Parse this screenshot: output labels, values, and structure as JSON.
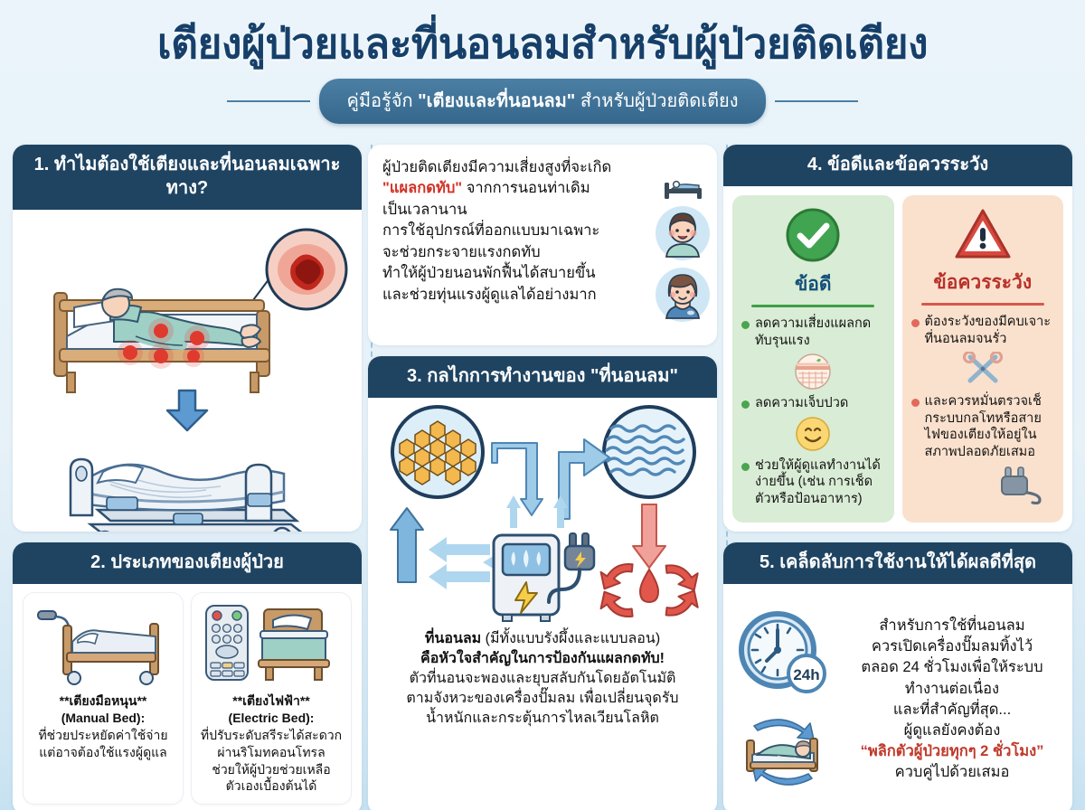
{
  "header": {
    "title": "เตียงผู้ป่วยและที่นอนลมสำหรับผู้ป่วยติดเตียง",
    "subtitle_prefix": "คู่มือรู้จัก ",
    "subtitle_quoted": "\"เตียงและที่นอนลม\"",
    "subtitle_suffix": " สำหรับผู้ป่วยติดเตียง"
  },
  "panel1": {
    "heading": "1. ทำไมต้องใช้เตียงและที่นอนลมเฉพาะทาง?",
    "icon_bed_patient": "patient-in-bed-illustration",
    "icon_pressure_sore": "pressure-sore-closeup-icon",
    "icon_arrow_down": "down-arrow-icon",
    "icon_electric_bed": "adjustable-hospital-bed-illustration"
  },
  "intro": {
    "line1": "ผู้ป่วยติดเตียงมีความเสี่ยงสูงที่จะเกิด",
    "highlight": "\"แผลกดทับ\"",
    "line2_rest": " จากการนอนท่าเดิม",
    "line3": "เป็นเวลานาน",
    "line4": "การใช้อุปกรณ์ที่ออกแบบมาเฉพาะ",
    "line5": "จะช่วยกระจายแรงกดทับ",
    "line6": "ทำให้ผู้ป่วยนอนพักฟื้นได้สบายขึ้น",
    "line7": "และช่วยทุ่นแรงผู้ดูแลได้อย่างมาก",
    "icon_bed": "bed-icon",
    "icon_nurse_male": "male-nurse-avatar-icon",
    "icon_nurse_female": "female-nurse-avatar-icon"
  },
  "panel2": {
    "heading": "2. ประเภทของเตียงผู้ป่วย",
    "cards": [
      {
        "icon": "manual-crank-bed-icon",
        "name": "**เตียงมือหนุน**",
        "english": "(Manual Bed):",
        "desc": "ที่ช่วยประหยัดค่าใช้จ่าย\nแต่อาจต้องใช้แรงผู้ดูแล"
      },
      {
        "icon": "electric-bed-remote-icon",
        "name": "**เตียงไฟฟ้า**",
        "english": "(Electric Bed):",
        "desc": "ที่ปรับระดับสรีระได้สะดวก\nผ่านริโมทคอนโทรล\nช่วยให้ผู้ป่วยช่วยเหลือ\nตัวเองเบื้องต้นได้"
      }
    ]
  },
  "panel3": {
    "heading": "3. กลไกการทำงานของ \"ที่นอนลม\"",
    "icon_honeycomb": "honeycomb-cell-mattress-icon",
    "icon_waves": "wave-ripple-mattress-icon",
    "icon_pump": "air-pump-machine-icon",
    "icon_plug": "power-plug-icon",
    "icon_blood_drop": "blood-circulation-drop-icon",
    "icon_arrow_blue": "blue-flow-arrow-icon",
    "icon_arrow_red": "red-flow-arrow-icon",
    "text_bold1": "ที่นอนลม",
    "text_paren": " (มีทั้งแบบรังผึ้งและแบบลอน)",
    "text_bold2": "คือหัวใจสำคัญในการป้องกันแผลกดทับ!",
    "text_line3": "ตัวที่นอนจะพองและยุบสลับกันโดยอัตโนมัติ",
    "text_line4": "ตามจังหวะของเครื่องปั๊มลม เพื่อเปลี่ยนจุดรับ",
    "text_line5": "น้ำหนักและกระตุ้นการไหลเวียนโลหิต"
  },
  "panel4": {
    "heading": "4. ข้อดีและข้อควรระวัง",
    "good": {
      "icon": "green-check-circle-icon",
      "title": "ข้อดี",
      "items": [
        "ลดความเสี่ยงแผลกดทับรุนแรง",
        "ลดความเจ็บปวด",
        "ช่วยให้ผู้ดูแลทำงานได้ง่ายขึ้น (เช่น การเช็ดตัวหรือป้อนอาหาร)"
      ],
      "icon_skin": "healthy-skin-layer-icon",
      "icon_smile": "smiley-face-icon"
    },
    "warn": {
      "icon": "red-warning-triangle-icon",
      "title": "ข้อควรระวัง",
      "items": [
        "ต้องระวังของมีคบเจาะที่นอนลมจนรั่ว",
        "และควรหมั่นตรวจเช็กระบบกลโทหรือสายไฟของเตียงให้อยู่ในสภาพปลอดภัยเสมอ"
      ],
      "icon_scissors": "scissors-icon",
      "icon_plug": "power-plug-icon"
    }
  },
  "panel5": {
    "heading": "5. เคล็ดลับการใช้งานให้ได้ผลดีที่สุด",
    "icon_clock": "clock-24h-icon",
    "clock_badge": "24h",
    "icon_turning": "patient-turning-in-bed-icon",
    "line1": "สำหรับการใช้ที่นอนลม",
    "line2": "ควรเปิดเครื่องปั๊มลมทิ้งไว้",
    "line3": "ตลอด 24 ชั่วโมงเพื่อให้ระบบ",
    "line4": "ทำงานต่อเนื่อง",
    "line5": "และที่สำคัญที่สุด...",
    "line6": "ผู้ดูแลยังคงต้อง",
    "quote": "“พลิกตัวผู้ป่วยทุกๆ 2 ชั่วโมง”",
    "line7": "ควบคู่ไปด้วยเสมอ"
  },
  "colors": {
    "bg": "#e9f3f9",
    "header_navy": "#1f4462",
    "title_navy": "#16406a",
    "pill_blue": "#3f6f93",
    "good_bg": "#d9ecd5",
    "warn_bg": "#fae1cd",
    "good_accent": "#3f9e46",
    "warn_accent": "#d9584c",
    "red_highlight": "#d33226",
    "dashed_sep": "#9ec7dd"
  }
}
